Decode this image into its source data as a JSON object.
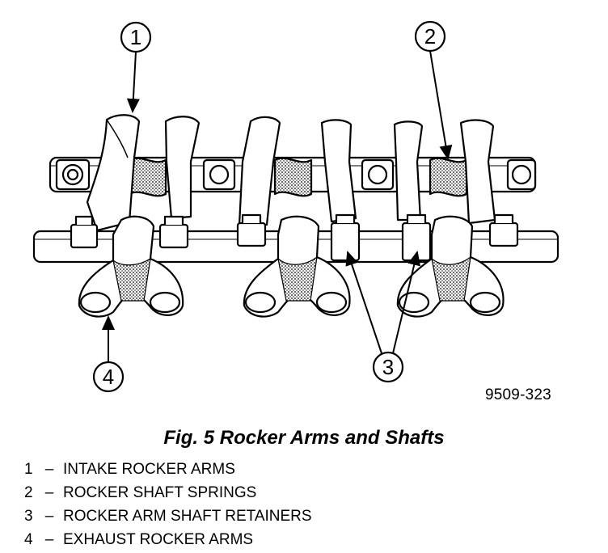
{
  "figure": {
    "callouts": [
      {
        "number": "1"
      },
      {
        "number": "2"
      },
      {
        "number": "3"
      },
      {
        "number": "4"
      }
    ],
    "code": "9509-323"
  },
  "caption": "Fig. 5 Rocker Arms and Shafts",
  "legend": [
    {
      "number": "1",
      "dash": "–",
      "label": "INTAKE ROCKER ARMS"
    },
    {
      "number": "2",
      "dash": "–",
      "label": "ROCKER SHAFT SPRINGS"
    },
    {
      "number": "3",
      "dash": "–",
      "label": "ROCKER ARM SHAFT RETAINERS"
    },
    {
      "number": "4",
      "dash": "–",
      "label": "EXHAUST ROCKER ARMS"
    }
  ]
}
